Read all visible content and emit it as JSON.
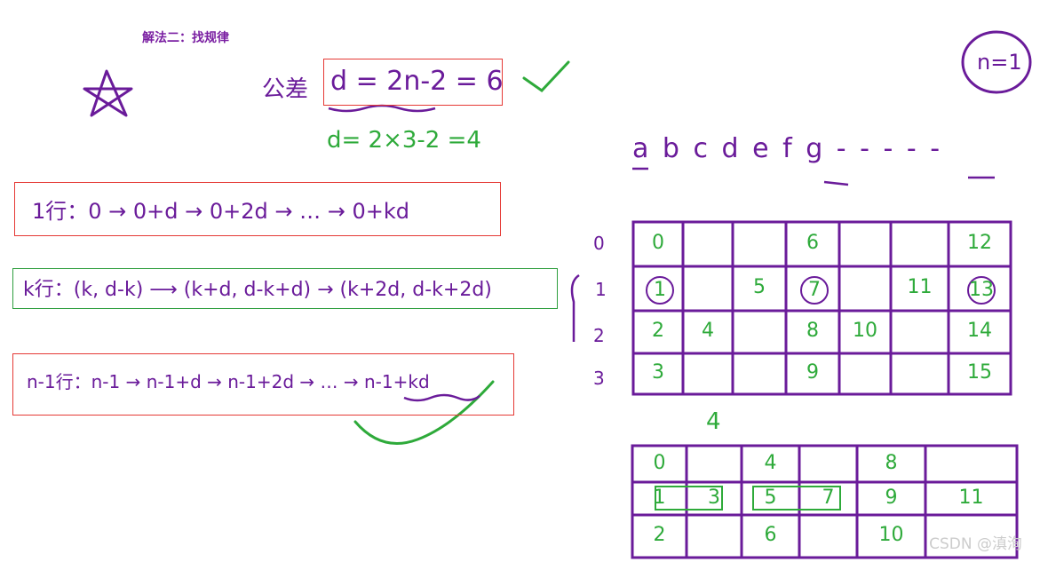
{
  "title": "解法二：找规律",
  "formula": {
    "prefix": "公差",
    "main": "d = 2n-2 = 6",
    "example": "d= 2×3-2 =4"
  },
  "n_label": "n=1",
  "letters": "a b c d e f g - - - - -",
  "rows": [
    {
      "text": "1行：0 → 0+d → 0+2d → … → 0+kd",
      "box": "red"
    },
    {
      "text": "k行：(k, d-k) ⟶ (k+d, d-k+d) → (k+2d, d-k+2d)",
      "box": "green"
    },
    {
      "text": "n-1行：n-1 → n-1+d → n-1+2d → … → n-1+kd",
      "box": "red"
    }
  ],
  "grid1": {
    "row_labels": [
      "0",
      "1",
      "2",
      "3"
    ],
    "cells": [
      {
        "v": "0",
        "r": 0,
        "c": 0
      },
      {
        "v": "6",
        "r": 0,
        "c": 3
      },
      {
        "v": "12",
        "r": 0,
        "c": 6
      },
      {
        "v": "1",
        "r": 1,
        "c": 0,
        "circle": true
      },
      {
        "v": "5",
        "r": 1,
        "c": 2
      },
      {
        "v": "7",
        "r": 1,
        "c": 3,
        "circle": true
      },
      {
        "v": "11",
        "r": 1,
        "c": 5
      },
      {
        "v": "13",
        "r": 1,
        "c": 6,
        "circle": true
      },
      {
        "v": "2",
        "r": 2,
        "c": 0
      },
      {
        "v": "4",
        "r": 2,
        "c": 1
      },
      {
        "v": "8",
        "r": 2,
        "c": 3
      },
      {
        "v": "10",
        "r": 2,
        "c": 4
      },
      {
        "v": "14",
        "r": 2,
        "c": 6
      },
      {
        "v": "3",
        "r": 3,
        "c": 0
      },
      {
        "v": "9",
        "r": 3,
        "c": 3
      },
      {
        "v": "15",
        "r": 3,
        "c": 6
      }
    ]
  },
  "grid2": {
    "label": "4",
    "cells": [
      {
        "v": "0",
        "r": 0,
        "c": 0
      },
      {
        "v": "4",
        "r": 0,
        "c": 2
      },
      {
        "v": "8",
        "r": 0,
        "c": 4
      },
      {
        "v": "1",
        "r": 1,
        "c": 0
      },
      {
        "v": "3",
        "r": 1,
        "c": 1
      },
      {
        "v": "5",
        "r": 1,
        "c": 2
      },
      {
        "v": "7",
        "r": 1,
        "c": 3
      },
      {
        "v": "9",
        "r": 1,
        "c": 4
      },
      {
        "v": "11",
        "r": 1,
        "c": 5
      },
      {
        "v": "2",
        "r": 2,
        "c": 0
      },
      {
        "v": "6",
        "r": 2,
        "c": 2
      },
      {
        "v": "10",
        "r": 2,
        "c": 4
      }
    ]
  },
  "watermark": "CSDN @滇洵",
  "colors": {
    "purple": "#6a1b9a",
    "green": "#2eaa3a",
    "red": "#e53935"
  }
}
